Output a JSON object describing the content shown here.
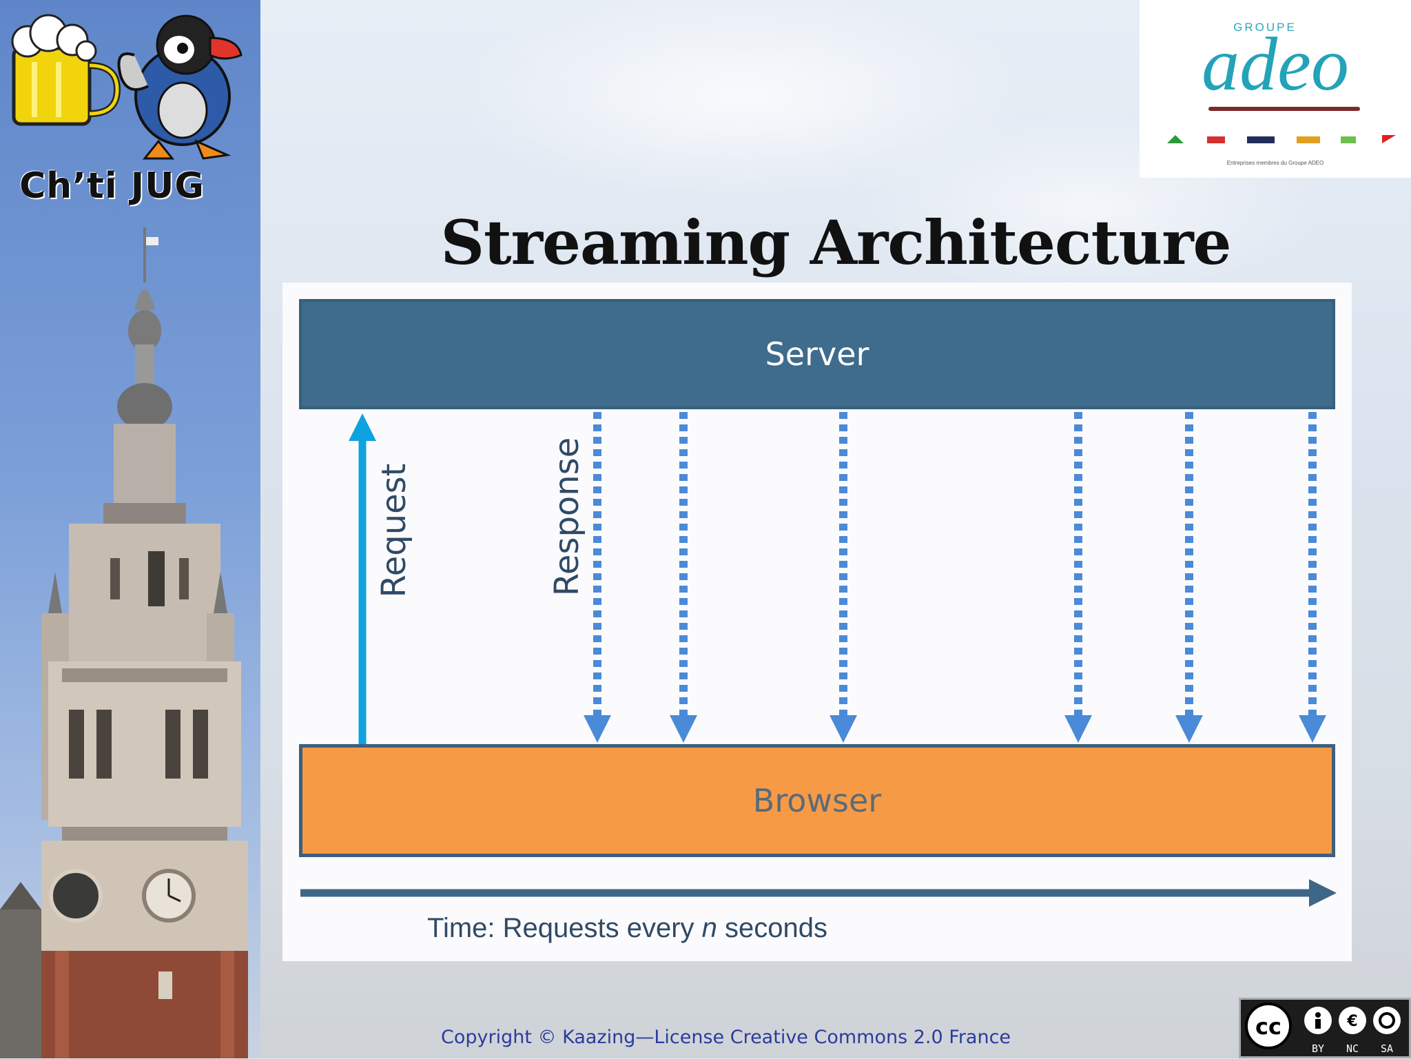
{
  "sidebar": {
    "brand": "Ch’ti JUG"
  },
  "sponsor": {
    "group_label": "GROUPE",
    "name": "adeo",
    "caption": "Entreprises membres du Groupe ADEO"
  },
  "slide": {
    "title": "Streaming Architecture"
  },
  "diagram": {
    "server_label": "Server",
    "browser_label": "Browser",
    "request_label": "Request",
    "response_label": "Response",
    "time_label_prefix": "Time: Requests every ",
    "time_label_var": "n",
    "time_label_suffix": " seconds",
    "response_arrow_count": 6,
    "colors": {
      "server": "#3f6b8c",
      "browser": "#f79a46",
      "request_arrow": "#0ea3e0",
      "response_arrow": "#4a8ad8",
      "time_arrow": "#3e6687"
    }
  },
  "footer": {
    "copyright": "Copyright © Kaazing—License Creative Commons 2.0 France",
    "license_badge": [
      "BY",
      "NC",
      "SA"
    ]
  }
}
